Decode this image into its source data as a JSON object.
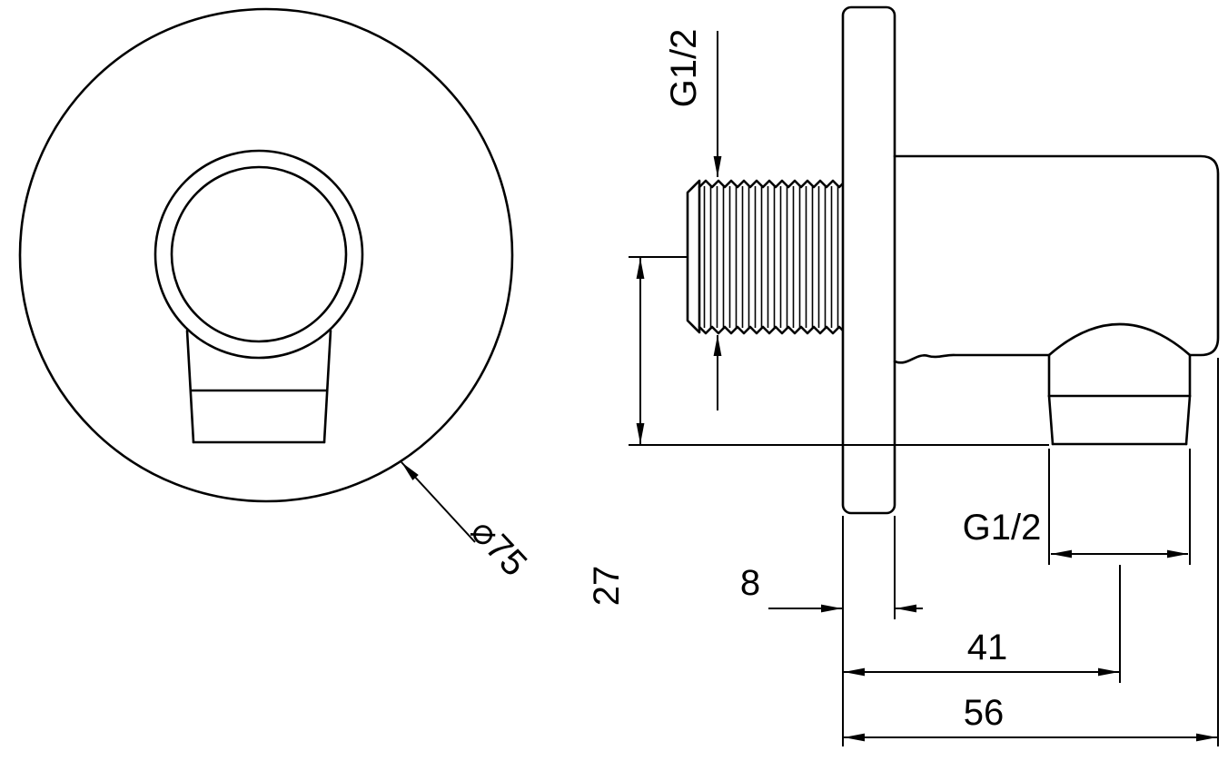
{
  "labels": {
    "front_plate_diameter": "⌀75",
    "inlet_thread": "G1/2",
    "outlet_thread": "G1/2",
    "center_to_outlet_face": "27",
    "wall_plate_offset": "8",
    "wall_to_outlet_center": "41",
    "total_projection": "56"
  },
  "colors": {
    "line": "#000000",
    "background": "#ffffff"
  }
}
